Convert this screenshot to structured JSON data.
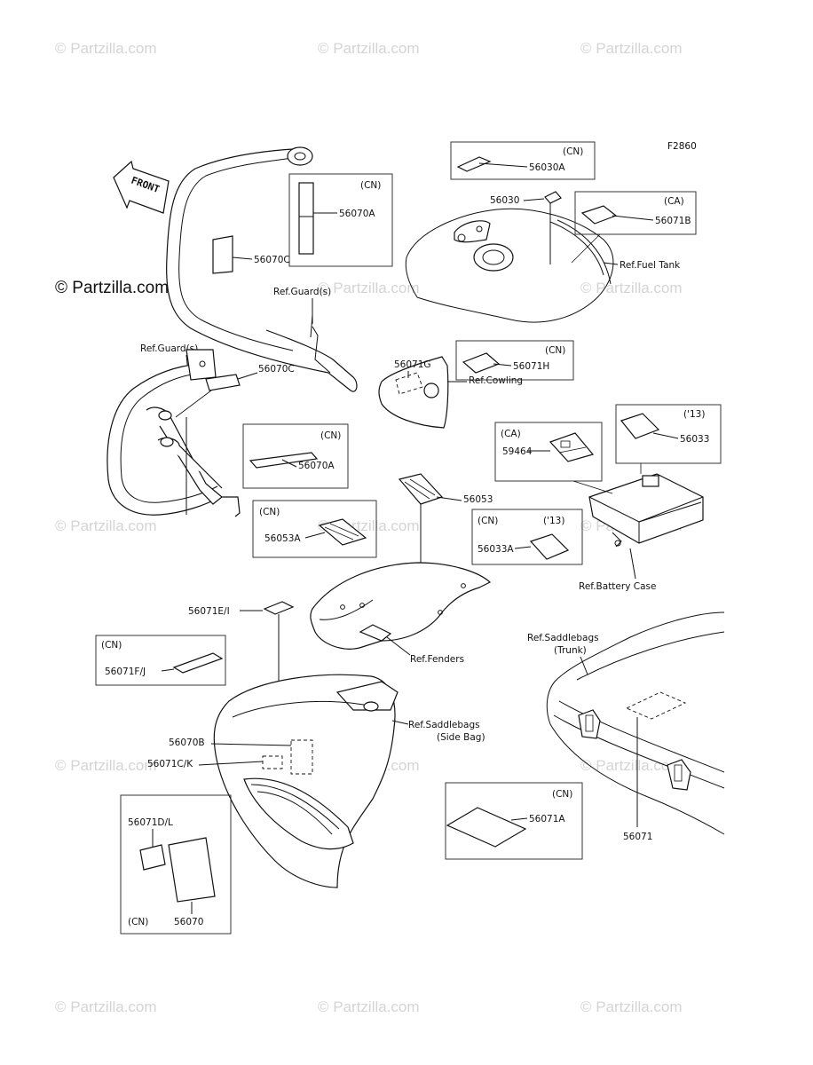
{
  "figure_code": "F2860",
  "watermark": "© Partzilla.com",
  "watermark_dark": "© Partzilla.com",
  "front_arrow": "FRONT",
  "labels": {
    "l_56030ca": "56030A",
    "l_56030": "56030",
    "l_56071b": "56071B",
    "l_56070a_top": "56070A",
    "l_56070c_top": "56070C",
    "l_ref_fuel_tank": "Ref.Fuel Tank",
    "l_ref_guard_1": "Ref.Guard(s)",
    "l_ref_guard_2": "Ref.Guard(s)",
    "l_56071g": "56071G",
    "l_56071h": "56071H",
    "l_ref_cowling": "Ref.Cowling",
    "l_56070c_mid": "56070C",
    "l_56070a_mid": "56070A",
    "l_59464": "59464",
    "l_56033": "56033",
    "l_56053": "56053",
    "l_56053a": "56053A",
    "l_56033a": "56033A",
    "l_ref_battery_case": "Ref.Battery Case",
    "l_56071ei": "56071E/I",
    "l_56071fj": "56071F/J",
    "l_ref_fenders": "Ref.Fenders",
    "l_ref_saddlebags_trunk_1": "Ref.Saddlebags",
    "l_ref_saddlebags_trunk_2": "(Trunk)",
    "l_ref_saddlebags_side_1": "Ref.Saddlebags",
    "l_ref_saddlebags_side_2": "(Side Bag)",
    "l_56070b": "56070B",
    "l_56071ck": "56071C/K",
    "l_56071a": "56071A",
    "l_56071": "56071",
    "l_56071dl": "56071D/L",
    "l_56070": "56070"
  },
  "tags": {
    "cn": "(CN)",
    "ca": "(CA)",
    "y13": "('13)"
  }
}
